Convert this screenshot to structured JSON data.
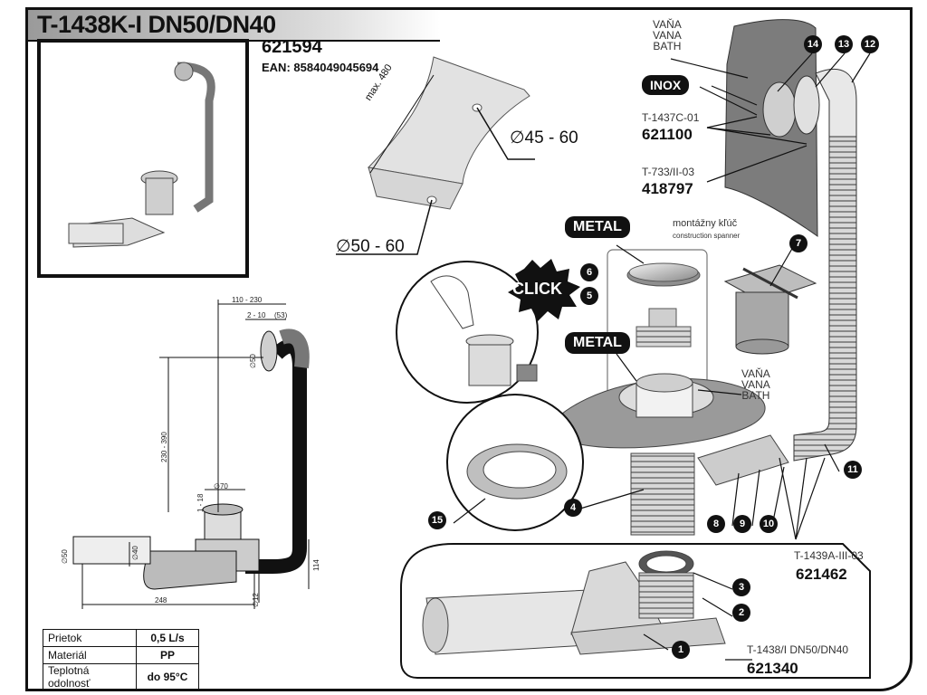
{
  "title": "T-1438K-I DN50/DN40",
  "product_code": "621594",
  "ean": "EAN: 8584049045694",
  "cutout": {
    "max": "max. 480",
    "hole_top": "∅45 - 60",
    "hole_bottom": "∅50 - 60"
  },
  "bath_labels": {
    "top": [
      "VAŇA",
      "VANA",
      "BATH"
    ],
    "middle": [
      "VAŇA",
      "VANA",
      "BATH"
    ]
  },
  "inox": "INOX",
  "click": "CLICK",
  "metal_top": "METAL",
  "metal_mid": "METAL",
  "spanner": {
    "line1": "montážny kľúč",
    "line2": "construction spanner"
  },
  "parts": [
    {
      "model": "T-1437C-01",
      "code": "621100"
    },
    {
      "model": "T-733/II-03",
      "code": "418797"
    },
    {
      "model": "T-1439A-III-03",
      "code": "621462"
    },
    {
      "model": "T-1438/I DN50/DN40",
      "code": "621340"
    }
  ],
  "badges": [
    "14",
    "13",
    "12",
    "7",
    "6",
    "5",
    "4",
    "8",
    "9",
    "10",
    "11",
    "15",
    "3",
    "2",
    "1"
  ],
  "dimensions": {
    "d110_230": "110 - 230",
    "d2_10": "2 - 10",
    "d53": "(53)",
    "d50_top": "∅50",
    "d230_390": "230 - 390",
    "d70": "∅70",
    "d1_18": "1 - 18",
    "d50_left": "∅50",
    "d40": "∅40",
    "d114": "114",
    "d248": "248",
    "d12": "∅12"
  },
  "specs": [
    {
      "key": "Prietok",
      "value": "0,5 L/s"
    },
    {
      "key": "Materiál",
      "value": "PP"
    },
    {
      "key": "Teplotná odolnosť",
      "value": "do 95°C"
    }
  ]
}
